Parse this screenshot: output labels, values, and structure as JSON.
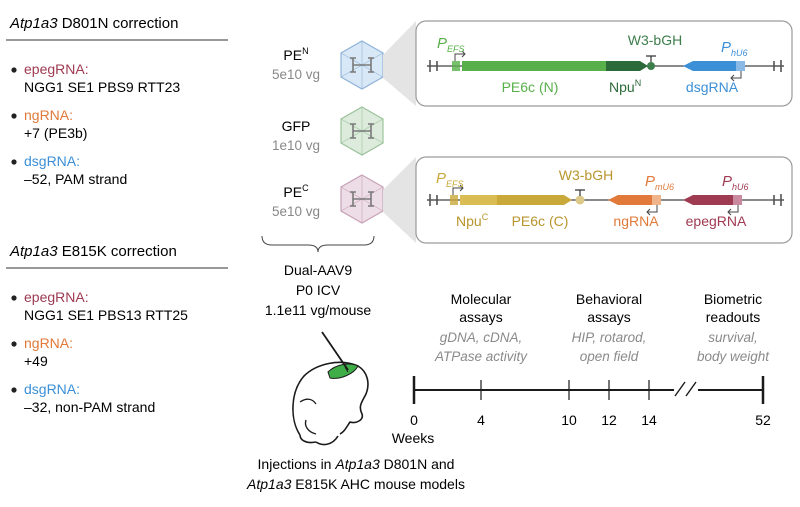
{
  "corrections": [
    {
      "gene": "Atp1a3",
      "mutation": "D801N correction",
      "items": [
        {
          "label": "epegRNA:",
          "value": "NGG1 SE1 PBS9 RTT23",
          "color": "#9e3a52"
        },
        {
          "label": "ngRNA:",
          "value": "+7 (PE3b)",
          "color": "#e0793a"
        },
        {
          "label": "dsgRNA:",
          "value": "–52, PAM strand",
          "color": "#3b8fd6"
        }
      ]
    },
    {
      "gene": "Atp1a3",
      "mutation": "E815K correction",
      "items": [
        {
          "label": "epegRNA:",
          "value": "NGG1 SE1 PBS13 RTT25",
          "color": "#9e3a52"
        },
        {
          "label": "ngRNA:",
          "value": "+49",
          "color": "#e0793a"
        },
        {
          "label": "dsgRNA:",
          "value": "–32, non-PAM strand",
          "color": "#3b8fd6"
        }
      ]
    }
  ],
  "vectors": [
    {
      "name": "PE",
      "sup": "N",
      "dose": "5e10 vg",
      "fill": "#d9e8f6",
      "stroke": "#8fb4d8"
    },
    {
      "name": "GFP",
      "sup": "",
      "dose": "1e10 vg",
      "fill": "#dcebdc",
      "stroke": "#9cc39c"
    },
    {
      "name": "PE",
      "sup": "C",
      "dose": "5e10 vg",
      "fill": "#ecdde6",
      "stroke": "#c9a2b8"
    }
  ],
  "constructs": {
    "pe_n": {
      "promoter_left": {
        "p": "P",
        "sub": "EFS"
      },
      "gene1": "PE6c (N)",
      "gene2": "Npu",
      "gene2_sup": "N",
      "terminator": "W3-bGH",
      "promoter_right": {
        "p": "P",
        "sub": "hU6"
      },
      "guide": "dsgRNA",
      "colors": {
        "gene1": "#58b04a",
        "gene2": "#2d6a3a",
        "promoter": "#58b04a",
        "guide": "#3b8fd6",
        "terminator": "#3d7e4c"
      }
    },
    "pe_c": {
      "promoter_left": {
        "p": "P",
        "sub": "EFS"
      },
      "gene1": "Npu",
      "gene1_sup": "C",
      "gene2": "PE6c (C)",
      "terminator": "W3-bGH",
      "promoter_mid": {
        "p": "P",
        "sub": "mU6"
      },
      "guide1": "ngRNA",
      "promoter_right": {
        "p": "P",
        "sub": "hU6"
      },
      "guide2": "epegRNA",
      "colors": {
        "gene": "#c9a93a",
        "terminator": "#b8952e",
        "ngRNA": "#e0793a",
        "epegRNA": "#9e3a52"
      }
    }
  },
  "delivery": {
    "line1": "Dual-AAV9",
    "line2": "P0 ICV",
    "line3": "1.1e11 vg/mouse"
  },
  "injection": {
    "prefix": "Injections in ",
    "gene1": "Atp1a3",
    "mid1": " D801N and",
    "gene2": "Atp1a3",
    "mid2": " E815K AHC mouse models"
  },
  "timeline": {
    "axis_label": "Weeks",
    "ticks": [
      "0",
      "4",
      "10",
      "12",
      "14",
      "52"
    ],
    "groups": [
      {
        "title1": "Molecular",
        "title2": "assays",
        "detail1": "gDNA, cDNA,",
        "detail2": "ATPase activity"
      },
      {
        "title1": "Behavioral",
        "title2": "assays",
        "detail1": "HIP, rotarod,",
        "detail2": "open field"
      },
      {
        "title1": "Biometric",
        "title2": "readouts",
        "detail1": "survival,",
        "detail2": "body weight"
      }
    ]
  }
}
